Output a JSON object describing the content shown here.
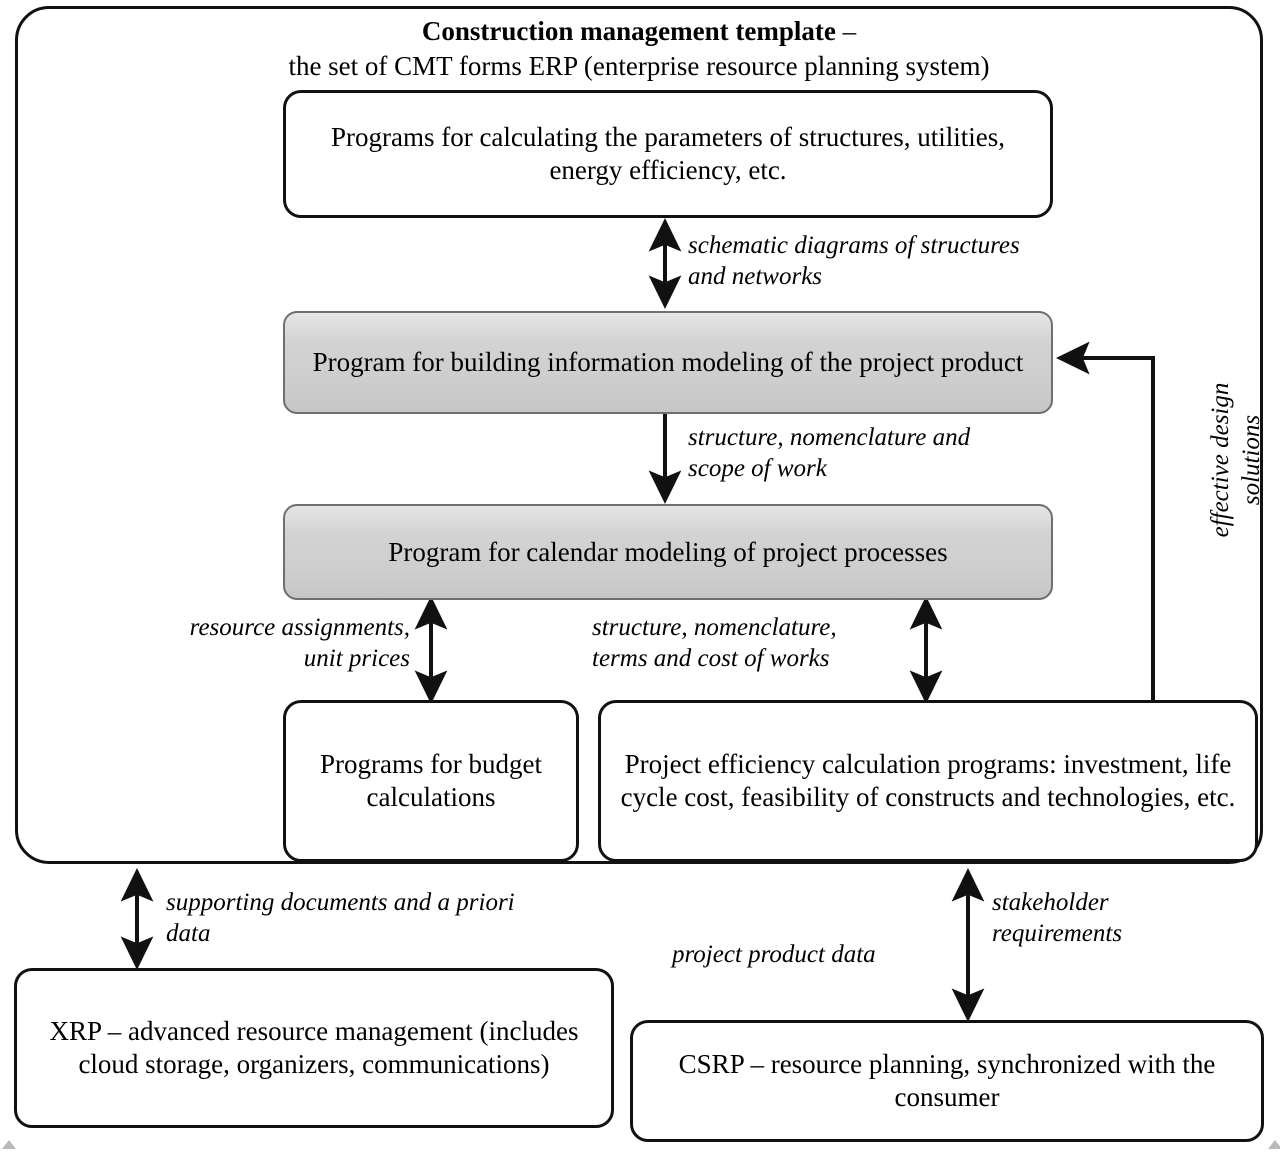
{
  "title": {
    "line1_bold": "Construction management template",
    "line1_tail": " –",
    "line2": "the set of CMT forms ERP (enterprise resource planning system)"
  },
  "nodes": {
    "calc_params": "Programs for calculating the parameters of structures, utilities, energy efficiency, etc.",
    "bim": "Program for building information modeling of the project product",
    "calendar": "Program for calendar modeling of project processes",
    "budget": "Programs for budget calculations",
    "efficiency": "Project efficiency calculation programs: investment, life cycle cost, feasibility of constructs and technologies, etc.",
    "xrp": "XRP – advanced resource management (includes cloud storage, organizers, communications)",
    "csrp": "CSRP – resource planning, synchronized with the consumer"
  },
  "edge_labels": {
    "schematic": "schematic diagrams of structures\nand networks",
    "structure_scope": "structure, nomenclature and\nscope of work",
    "resource_assignments": "resource assignments,\nunit prices",
    "structure_terms": "structure, nomenclature,\nterms and cost of works",
    "effective_design": "effective design\nsolutions",
    "supporting_docs": "supporting documents and a priori\ndata",
    "project_product_data": "project product data",
    "stakeholder_requirements": "stakeholder\nrequirements"
  },
  "colors": {
    "stroke": "#111111",
    "gray_box_top": "#e6e6e6",
    "gray_box_bottom": "#c6c6c6",
    "gray_box_border": "#6f6f6f",
    "background": "#ffffff"
  },
  "arrows": [
    {
      "name": "calc-params-to-bim",
      "direction": "bidirectional",
      "label": "schematic"
    },
    {
      "name": "bim-to-calendar",
      "direction": "down",
      "label": "structure_scope"
    },
    {
      "name": "calendar-to-budget",
      "direction": "bidirectional",
      "label": "resource_assignments"
    },
    {
      "name": "calendar-to-efficiency",
      "direction": "bidirectional",
      "label": "structure_terms"
    },
    {
      "name": "efficiency-to-bim",
      "direction": "left-elbow",
      "label": "effective_design"
    },
    {
      "name": "erp-to-xrp",
      "direction": "bidirectional",
      "label": "supporting_docs"
    },
    {
      "name": "erp-to-csrp",
      "direction": "bidirectional",
      "label": "stakeholder_requirements"
    }
  ]
}
